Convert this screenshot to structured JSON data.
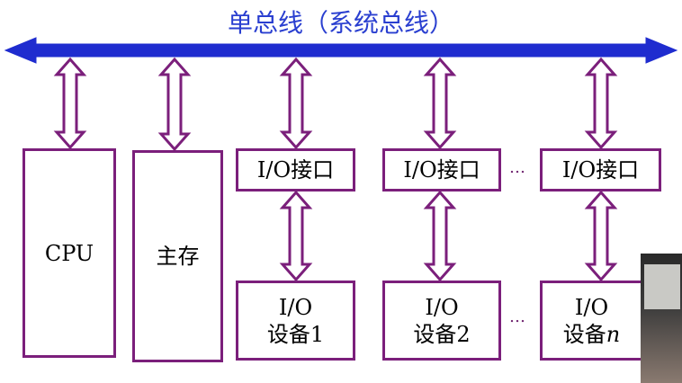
{
  "title": "单总线（系统总线）",
  "modules": {
    "cpu": "CPU",
    "memory": "主存"
  },
  "interfaces": [
    "I/O接口",
    "I/O接口",
    "I/O接口"
  ],
  "devices": [
    {
      "line1": "I/O",
      "line2": "设备1"
    },
    {
      "line1": "I/O",
      "line2": "设备2"
    },
    {
      "line1": "I/O",
      "line2": "设备",
      "suffix": "n"
    }
  ],
  "ellipsis": "…",
  "colors": {
    "bus": "#1f2ccf",
    "box_border": "#7b1f7b",
    "arrow_stroke": "#7b1f7b",
    "title": "#2a3fd0"
  }
}
